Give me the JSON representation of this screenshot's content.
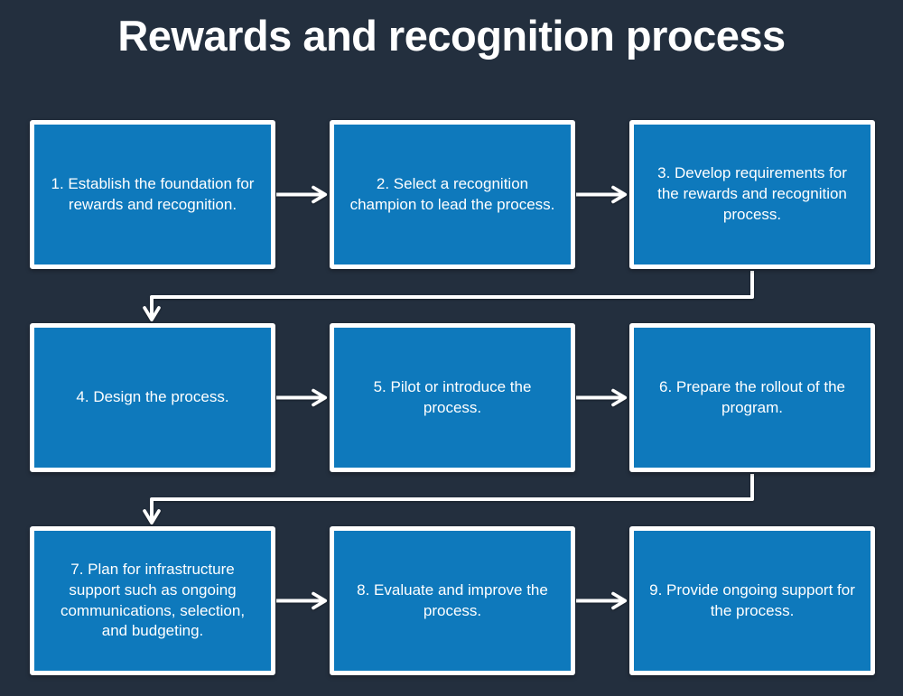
{
  "title": "Rewards and recognition process",
  "colors": {
    "background": "#232F3E",
    "box_fill": "#0E79BC",
    "box_border": "#FFFFFF",
    "arrow": "#FFFFFF",
    "text": "#FFFFFF"
  },
  "steps": [
    {
      "label": "1. Establish the foundation for rewards and recognition."
    },
    {
      "label": "2. Select a recognition champion to lead the process."
    },
    {
      "label": "3. Develop requirements for the rewards and recognition process."
    },
    {
      "label": "4. Design the process."
    },
    {
      "label": "5. Pilot or introduce the process."
    },
    {
      "label": "6. Prepare the rollout of the program."
    },
    {
      "label": "7. Plan for infrastructure support such as ongoing communications, selection, and budgeting."
    },
    {
      "label": "8. Evaluate and improve the process."
    },
    {
      "label": "9. Provide ongoing support for the process."
    }
  ],
  "flow": {
    "order": [
      "1→2",
      "2→3",
      "3→4",
      "4→5",
      "5→6",
      "6→7",
      "7→8",
      "8→9"
    ]
  }
}
